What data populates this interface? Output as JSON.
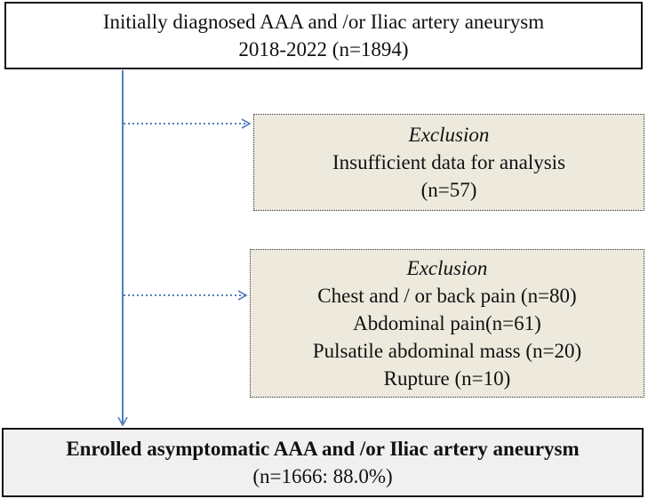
{
  "flowchart": {
    "initial": {
      "line1": "Initially diagnosed AAA and /or Iliac artery aneurysm",
      "line2": "2018-2022 (n=1894)"
    },
    "exclusion1": {
      "heading": "Exclusion",
      "items": [
        "Insufficient data for analysis",
        "(n=57)"
      ]
    },
    "exclusion2": {
      "heading": "Exclusion",
      "items": [
        "Chest and / or back pain (n=80)",
        "Abdominal pain(n=61)",
        "Pulsatile abdominal mass (n=20)",
        "Rupture (n=10)"
      ]
    },
    "enrolled": {
      "line1": "Enrolled asymptomatic AAA and /or Iliac artery aneurysm",
      "line2": "(n=1666: 88.0%)"
    }
  },
  "colors": {
    "arrow": "#4f7fbf",
    "exclusion_fill": "#ede9dd",
    "enrolled_fill": "#f0f0f0"
  }
}
